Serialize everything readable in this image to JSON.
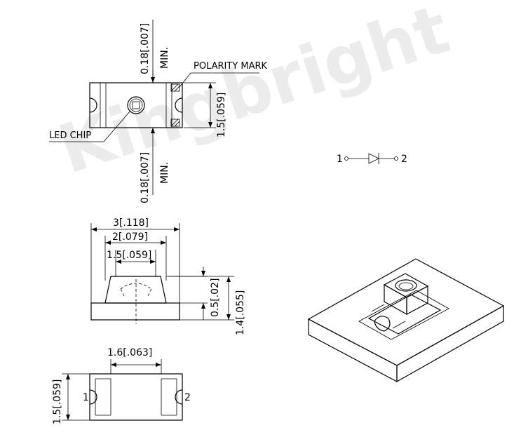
{
  "watermark": "Kingbright",
  "top_view": {
    "gap_top_value": "0.18[.007]",
    "gap_top_min": "MIN.",
    "gap_bottom_value": "0.18[.007]",
    "gap_bottom_min": "MIN.",
    "polarity_mark": "POLARITY  MARK",
    "led_chip": "LED  CHIP",
    "height": "1.5[.059]"
  },
  "side_view": {
    "width_overall": "3[.118]",
    "width_body": "2[.079]",
    "width_lens": "1.5[.059]",
    "lens_height": "0.5[.02]",
    "height_overall": "1.4[.055]"
  },
  "pad_layout": {
    "gap": "1.6[.063]",
    "height": "1.5[.059]",
    "pin_left": "1",
    "pin_right": "2"
  },
  "schematic": {
    "pin_left": "1",
    "pin_right": "2"
  }
}
